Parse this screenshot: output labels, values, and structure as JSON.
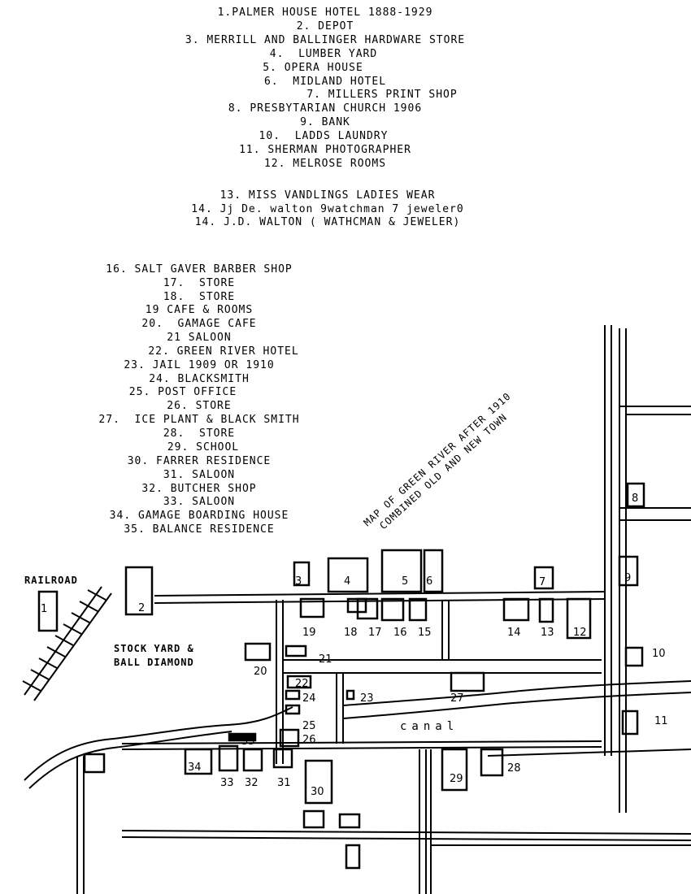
{
  "legend": [
    "1.PALMER HOUSE HOTEL 1888-1929",
    "2. DEPOT",
    "3. MERRILL AND BALLINGER HARDWARE STORE",
    "4.  LUMBER YARD",
    "5. OPERA HOUSE",
    "6.  MIDLAND HOTEL",
    "7. MILLERS PRINT SHOP",
    "8. PRESBYTARIAN CHURCH 1906",
    "9. BANK",
    "10.  LADDS LAUNDRY",
    "11. SHERMAN PHOTOGRAPHER",
    "12. MELROSE ROOMS",
    "13. MISS VANDLINGS LADIES WEAR",
    "14. Jj De. walton 9watchman 7 jeweler0",
    "14. J.D. WALTON ( WATHCMAN & JEWELER)",
    "16. SALT GAVER BARBER SHOP",
    "17.  STORE",
    "18.  STORE",
    "19 CAFE & ROOMS",
    "20.  GAMAGE CAFE",
    "21 SALOON",
    "22. GREEN RIVER HOTEL",
    "23. JAIL 1909 OR 1910",
    "24. BLACKSMITH",
    "25. POST OFFICE",
    "26. STORE",
    "27.  ICE PLANT & BLACK SMITH",
    "28.  STORE",
    "29. SCHOOL",
    "30. FARRER RESIDENCE",
    "31. SALOON",
    "32. BUTCHER SHOP",
    "33. SALOON",
    "34. GAMAGE BOARDING HOUSE",
    "35. BALANCE RESIDENCE"
  ],
  "map": {
    "title_line1": "MAP OF GREEN RIVER AFTER 1910",
    "title_line2": "COMBINED OLD AND NEW TOWN",
    "railroad_label": "RAILROAD",
    "stockyard_label_line1": "STOCK YARD &",
    "stockyard_label_line2": "BALL DIAMOND",
    "canal_label": "canal",
    "numbers": [
      "1",
      "2",
      "3",
      "4",
      "5",
      "6",
      "7",
      "8",
      "9",
      "10",
      "11",
      "12",
      "13",
      "14",
      "15",
      "16",
      "17",
      "18",
      "19",
      "20",
      "21",
      "22",
      "23",
      "24",
      "25",
      "26",
      "27",
      "28",
      "29",
      "30",
      "31",
      "32",
      "33",
      "34",
      "35"
    ]
  }
}
